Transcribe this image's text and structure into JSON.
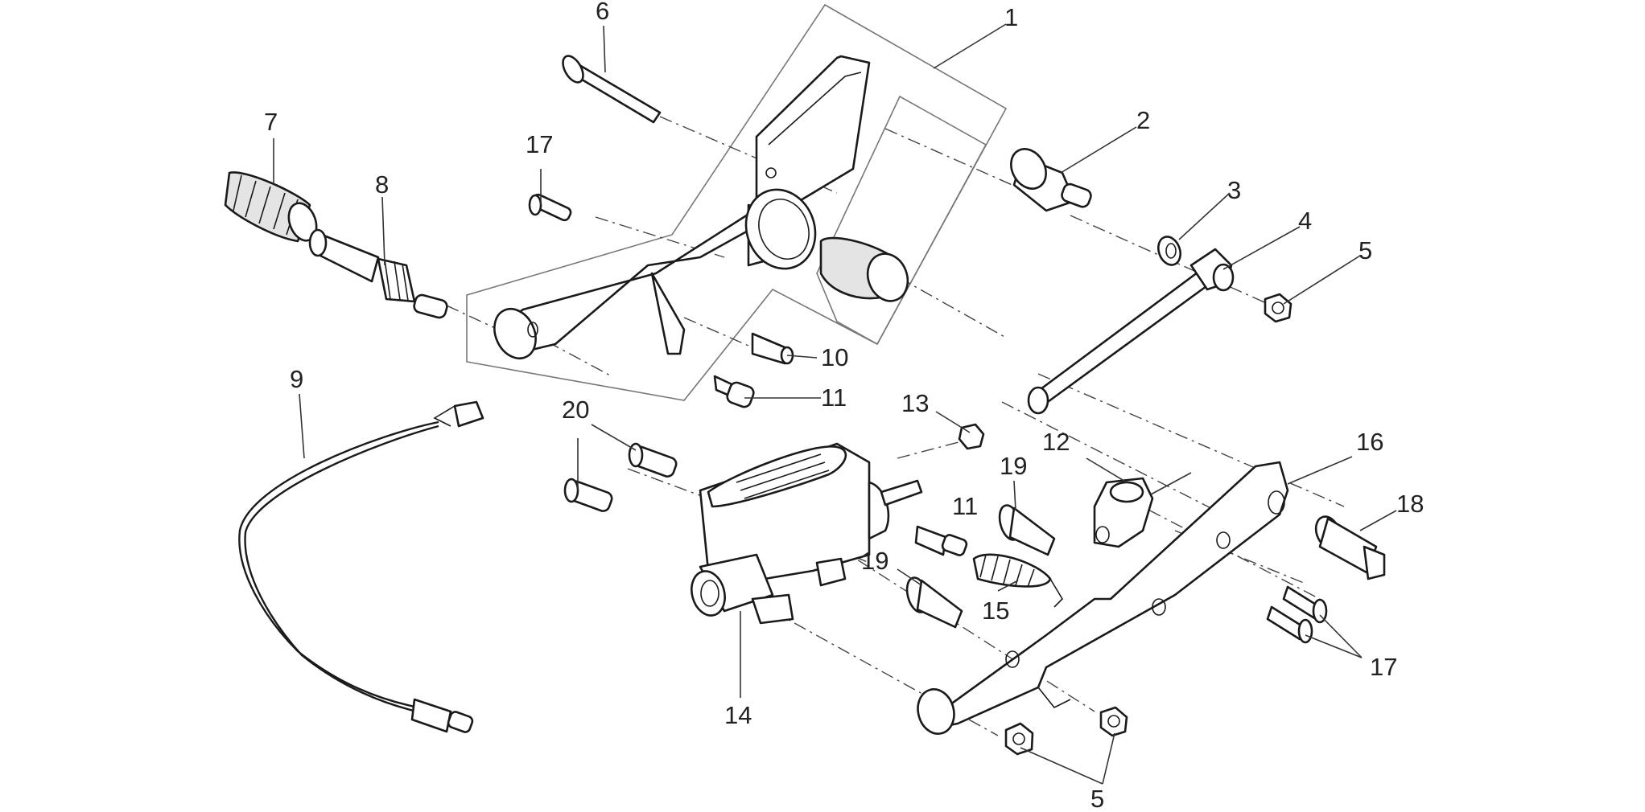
{
  "callouts": {
    "c1": "1",
    "c2": "2",
    "c3": "3",
    "c4": "4",
    "c5a": "5",
    "c5b": "5",
    "c6": "6",
    "c7": "7",
    "c8": "8",
    "c9": "9",
    "c10": "10",
    "c11a": "11",
    "c11b": "11",
    "c12": "12",
    "c13": "13",
    "c14": "14",
    "c15": "15",
    "c16": "16",
    "c17a": "17",
    "c17b": "17",
    "c18": "18",
    "c19a": "19",
    "c19b": "19",
    "c20": "20"
  },
  "colors": {
    "line": "#1a1a1a",
    "frame": "#777777",
    "background": "#ffffff"
  }
}
